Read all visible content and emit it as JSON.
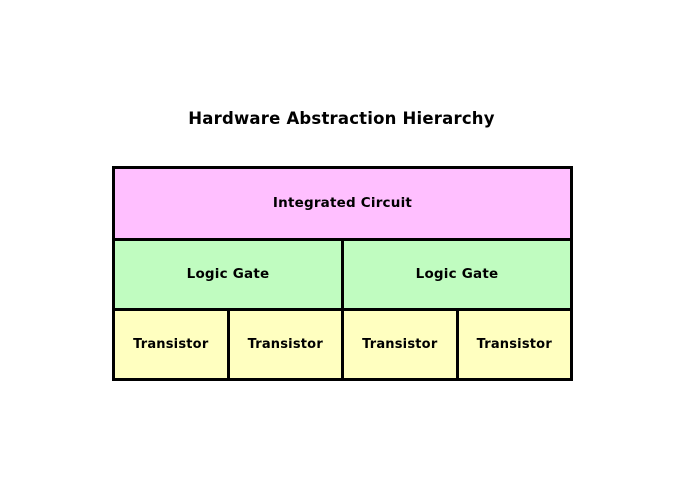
{
  "figure": {
    "background_color": "#ffffff",
    "title": "Hardware Abstraction Hierarchy"
  },
  "diagram": {
    "type": "nested-hierarchy-blocks",
    "border_color": "#000000",
    "tiers": [
      {
        "name": "integrated-circuit",
        "fill": "#FFBFFF",
        "cells": [
          {
            "label": "Integrated Circuit"
          }
        ]
      },
      {
        "name": "logic-gate",
        "fill": "#C0FCC0",
        "cells": [
          {
            "label": "Logic Gate"
          },
          {
            "label": "Logic Gate"
          }
        ]
      },
      {
        "name": "transistor",
        "fill": "#FFFFC0",
        "cells": [
          {
            "label": "Transistor"
          },
          {
            "label": "Transistor"
          },
          {
            "label": "Transistor"
          },
          {
            "label": "Transistor"
          }
        ]
      }
    ]
  }
}
